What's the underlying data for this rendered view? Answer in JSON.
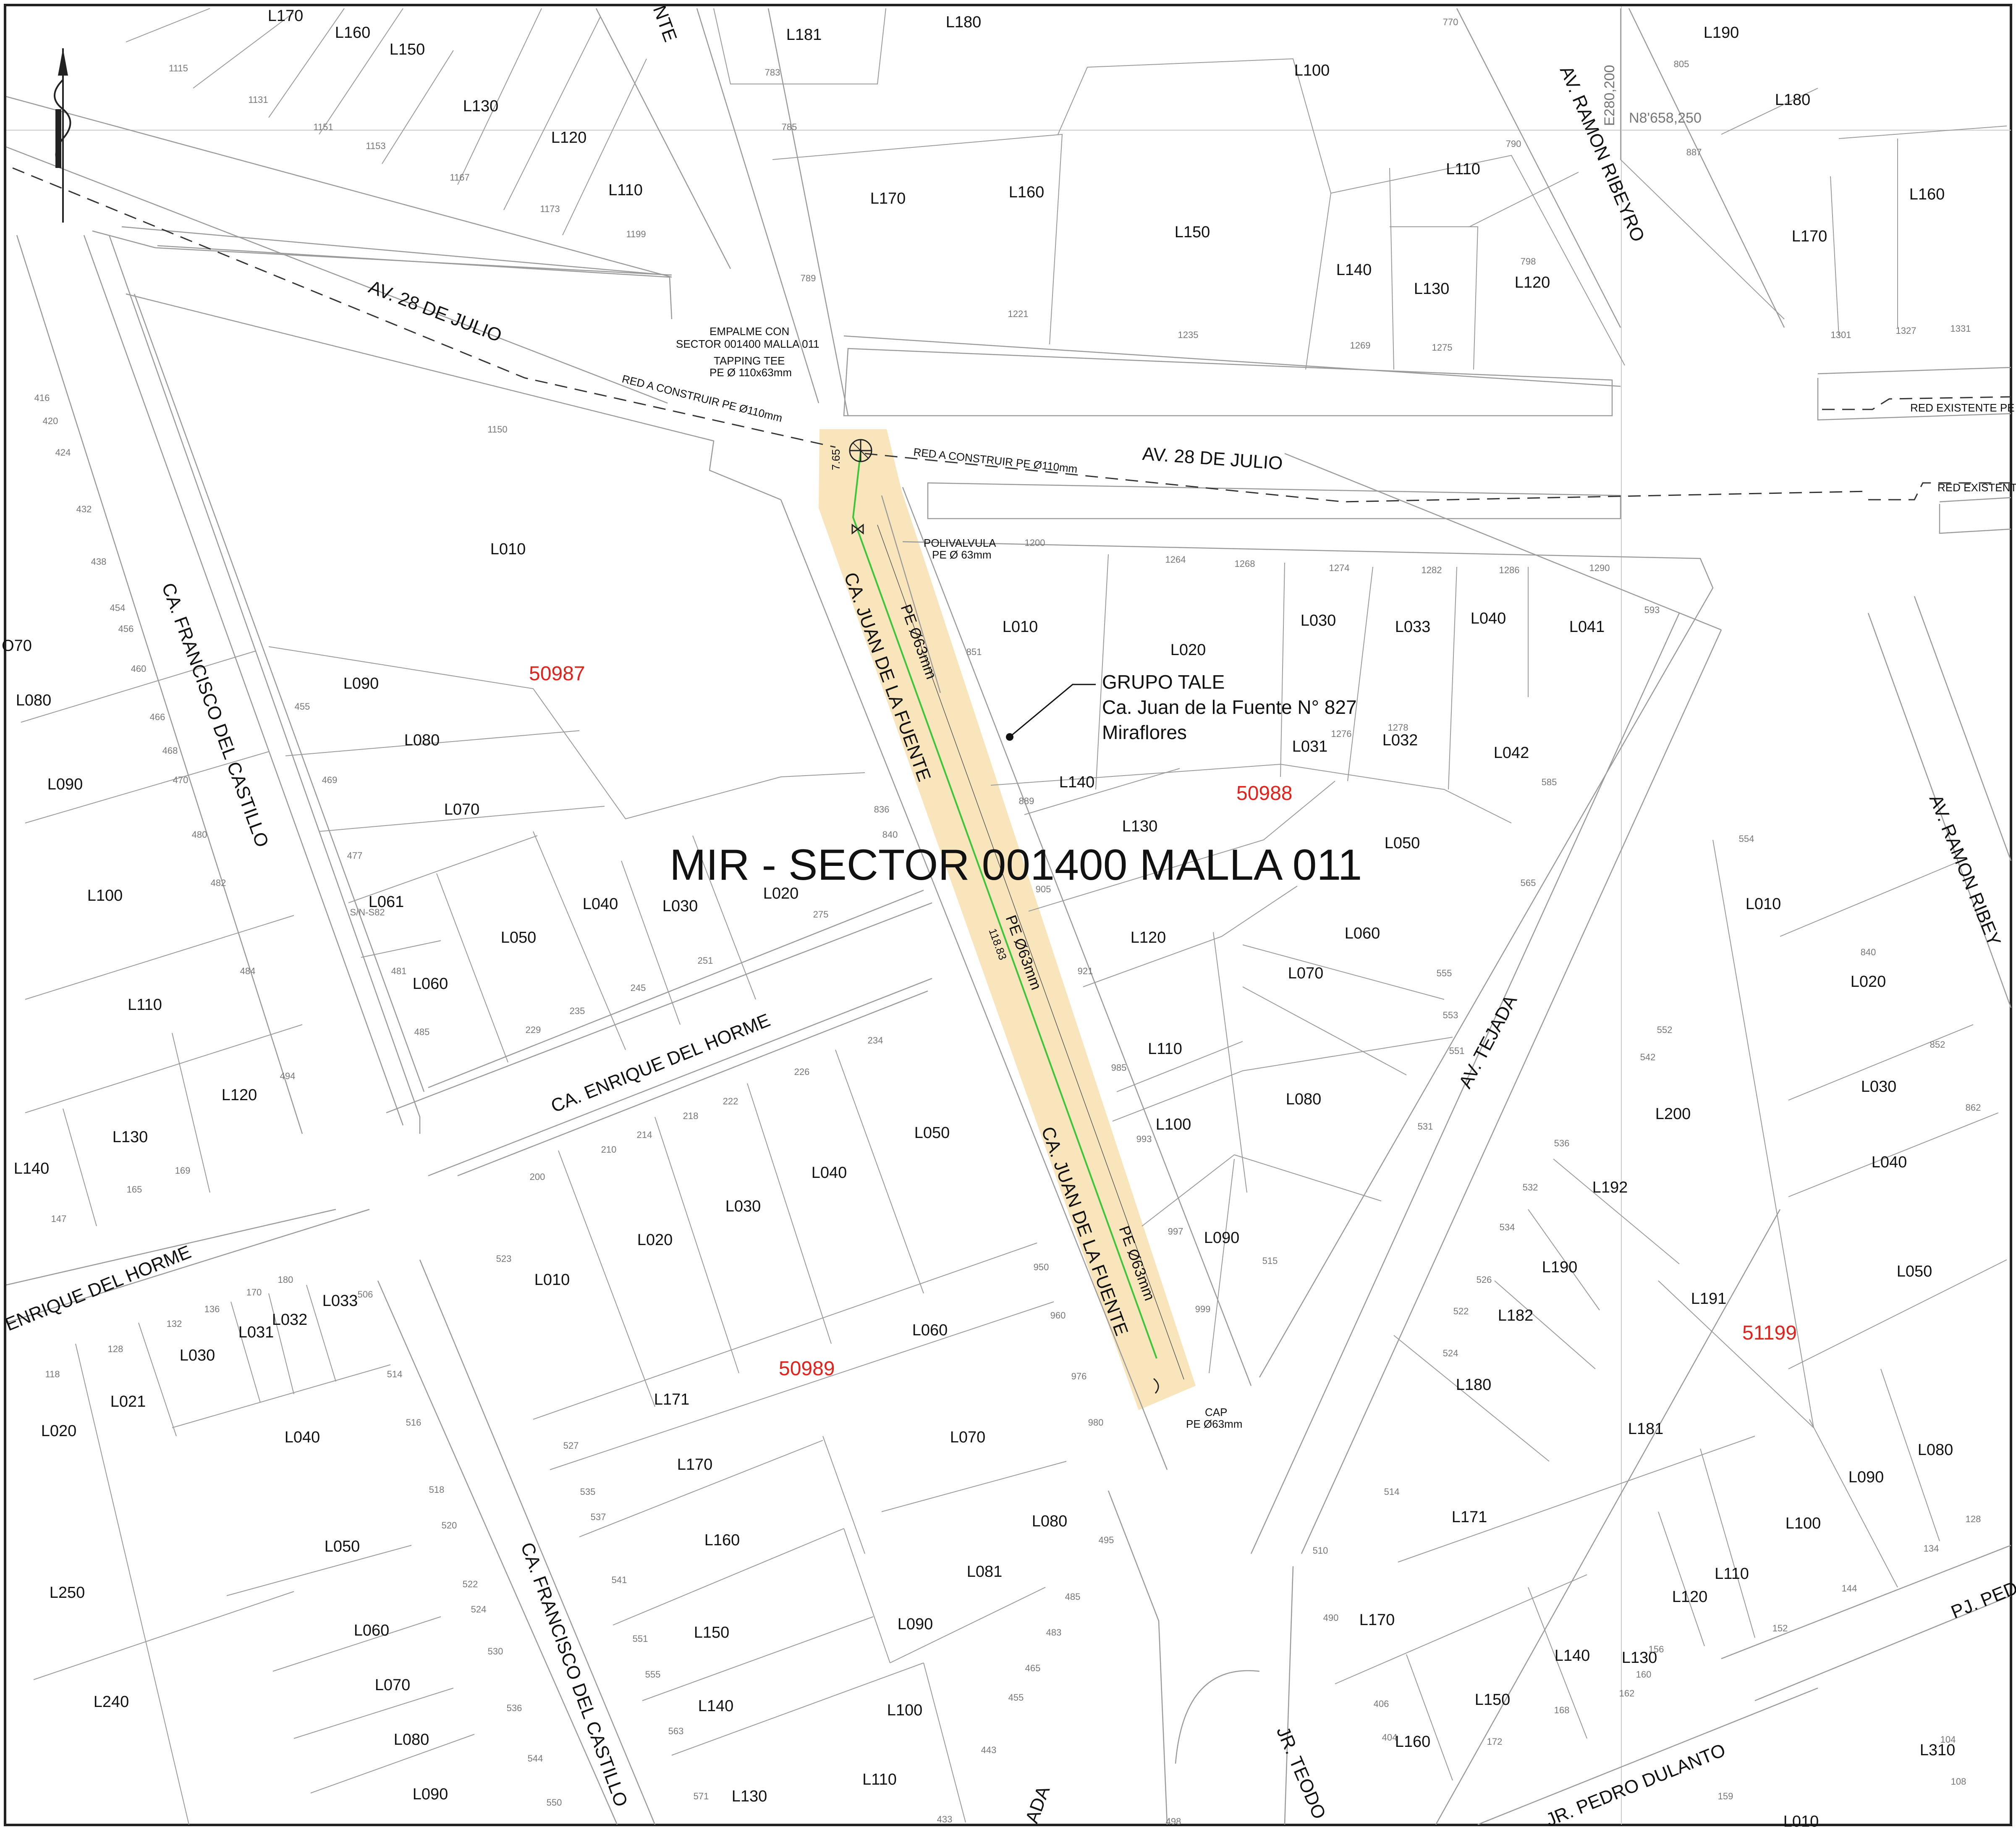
{
  "title": "MIR - SECTOR 001400 MALLA 011",
  "colors": {
    "highlight": "#f9e4b8",
    "pipe": "#3ec43b",
    "block": "#e0231c",
    "lines": "#9a9a9a"
  },
  "icons": {
    "north_arrow": "north-arrow-icon",
    "tapping_tee": "tapping-tee-icon"
  },
  "coordinates": {
    "easting": "E280,200",
    "northing": "N8'658,250"
  },
  "streets": {
    "av28_upper": "AV. 28 DE JULIO",
    "av28_lower": "AV. 28 DE JULIO",
    "juan_fuente_upper": "CA. JUAN DE LA FUENTE",
    "juan_fuente_lower": "CA. JUAN DE LA FUENTE",
    "francisco_upper": "CA. FRANCISCO DEL CASTILLO",
    "francisco_lower": "CA. FRANCISCO DEL CASTILLO",
    "horme_mid": "CA. ENRIQUE DEL HORME",
    "horme_left": "ENRIQUE DEL HORME",
    "ribeyro_top": "AV. RAMON RIBEYRO",
    "ribeyro_right": "AV. RAMON RIBEY",
    "tejada": "AV. TEJADA",
    "teodoro": "JR. TEODO",
    "pedro_dulanto": "JR. PEDRO DULANTO",
    "pj_pedro": "PJ. PED",
    "bottom_fragment": "ADA",
    "top_fragment": "NTE"
  },
  "network": {
    "empalme_line1": "EMPALME CON",
    "empalme_line2": "SECTOR 001400 MALLA 011",
    "tee_line1": "TAPPING TEE",
    "tee_line2": "PE Ø 110x63mm",
    "red_construir_1": "RED A CONSTRUIR PE Ø110mm",
    "red_construir_2": "RED A CONSTRUIR PE Ø110mm",
    "red_existente_1": "RED EXISTENTE PE",
    "red_existente_2": "RED EXISTENTE",
    "polivalvula_line1": "POLIVALVULA",
    "polivalvula_line2": "PE Ø 63mm",
    "cap_line1": "CAP",
    "cap_line2": "PE Ø63mm",
    "pipe_label_1": "PE Ø63mm",
    "pipe_label_2": "PE Ø63mm",
    "pipe_label_3": "PE Ø63mm",
    "dim_1": "7.65",
    "dim_2": "118.83"
  },
  "company": {
    "name": "GRUPO TALE",
    "address": "Ca. Juan de la Fuente N° 827",
    "district": "Miraflores"
  },
  "blocks": [
    "50987",
    "50988",
    "50989",
    "51199"
  ],
  "lots": [
    [
      "L170",
      680,
      50
    ],
    [
      "L160",
      840,
      90
    ],
    [
      "L150",
      970,
      130
    ],
    [
      "L130",
      1145,
      265
    ],
    [
      "L120",
      1355,
      340
    ],
    [
      "L110",
      1490,
      465
    ],
    [
      "L181",
      1915,
      95
    ],
    [
      "L180",
      2295,
      65
    ],
    [
      "L100",
      3125,
      180
    ],
    [
      "L190",
      4100,
      90
    ],
    [
      "L180",
      4270,
      250
    ],
    [
      "L170",
      2115,
      485
    ],
    [
      "L160",
      2445,
      470
    ],
    [
      "L150",
      2840,
      565
    ],
    [
      "L110",
      3485,
      415
    ],
    [
      "L140",
      3225,
      655
    ],
    [
      "L130",
      3410,
      700
    ],
    [
      "L120",
      3650,
      685
    ],
    [
      "L160",
      4590,
      475
    ],
    [
      "L170",
      4310,
      575
    ],
    [
      "L010",
      1210,
      1320
    ],
    [
      "L010",
      2430,
      1505
    ],
    [
      "L020",
      2830,
      1560
    ],
    [
      "L030",
      3140,
      1490
    ],
    [
      "L033",
      3365,
      1505
    ],
    [
      "L040",
      3545,
      1485
    ],
    [
      "L041",
      3780,
      1505
    ],
    [
      "L031",
      3120,
      1790
    ],
    [
      "L032",
      3335,
      1775
    ],
    [
      "L042",
      3600,
      1805
    ],
    [
      "L090",
      860,
      1640
    ],
    [
      "L080",
      1005,
      1775
    ],
    [
      "L070",
      1100,
      1940
    ],
    [
      "L061",
      920,
      2160
    ],
    [
      "L060",
      1025,
      2355
    ],
    [
      "L050",
      1235,
      2245
    ],
    [
      "L040",
      1430,
      2165
    ],
    [
      "L030",
      1620,
      2170
    ],
    [
      "L020",
      1860,
      2140
    ],
    [
      "L140",
      2565,
      1875
    ],
    [
      "L130",
      2715,
      1980
    ],
    [
      "L050",
      3340,
      2020
    ],
    [
      "L120",
      2735,
      2245
    ],
    [
      "L060",
      3245,
      2235
    ],
    [
      "L070",
      3110,
      2330
    ],
    [
      "L110",
      2775,
      2510
    ],
    [
      "L080",
      3105,
      2630
    ],
    [
      "L100",
      2795,
      2690
    ],
    [
      "L090",
      2910,
      2960
    ],
    [
      "L080",
      80,
      1680
    ],
    [
      "L090",
      155,
      1880
    ],
    [
      "L100",
      250,
      2145
    ],
    [
      "L110",
      345,
      2405
    ],
    [
      "L120",
      570,
      2620
    ],
    [
      "L130",
      310,
      2720
    ],
    [
      "L140",
      75,
      2795
    ],
    [
      "O70",
      40,
      1550
    ],
    [
      "L050",
      2220,
      2710
    ],
    [
      "L040",
      1975,
      2805
    ],
    [
      "L030",
      1770,
      2885
    ],
    [
      "L020",
      1560,
      2965
    ],
    [
      "L010",
      1315,
      3060
    ],
    [
      "L060",
      2215,
      3180
    ],
    [
      "L171",
      1600,
      3345
    ],
    [
      "L070",
      2305,
      3435
    ],
    [
      "L170",
      1655,
      3500
    ],
    [
      "L080",
      2500,
      3635
    ],
    [
      "L160",
      1720,
      3680
    ],
    [
      "L081",
      2345,
      3755
    ],
    [
      "L090",
      2180,
      3880
    ],
    [
      "L150",
      1695,
      3900
    ],
    [
      "L100",
      2155,
      4085
    ],
    [
      "L140",
      1705,
      4075
    ],
    [
      "L110",
      2095,
      4250
    ],
    [
      "L130",
      1785,
      4290
    ],
    [
      "L033",
      810,
      3110
    ],
    [
      "L032",
      690,
      3155
    ],
    [
      "L031",
      610,
      3185
    ],
    [
      "L030",
      470,
      3240
    ],
    [
      "L021",
      305,
      3350
    ],
    [
      "L020",
      140,
      3420
    ],
    [
      "L040",
      720,
      3435
    ],
    [
      "L050",
      815,
      3695
    ],
    [
      "L250",
      160,
      3805
    ],
    [
      "L060",
      885,
      3895
    ],
    [
      "L070",
      935,
      4025
    ],
    [
      "L080",
      980,
      4155
    ],
    [
      "L240",
      265,
      4065
    ],
    [
      "L090",
      1025,
      4285
    ],
    [
      "L010",
      4200,
      2165
    ],
    [
      "L020",
      4450,
      2350
    ],
    [
      "L030",
      4475,
      2600
    ],
    [
      "L040",
      4500,
      2780
    ],
    [
      "L050",
      4560,
      3040
    ],
    [
      "L200",
      3985,
      2665
    ],
    [
      "L192",
      3835,
      2840
    ],
    [
      "L190",
      3715,
      3030
    ],
    [
      "L191",
      4070,
      3105
    ],
    [
      "L182",
      3610,
      3145
    ],
    [
      "L180",
      3510,
      3310
    ],
    [
      "L181",
      3920,
      3415
    ],
    [
      "L171",
      3500,
      3625
    ],
    [
      "L080",
      4610,
      3465
    ],
    [
      "L090",
      4445,
      3530
    ],
    [
      "L100",
      4295,
      3640
    ],
    [
      "L110",
      4125,
      3760
    ],
    [
      "L120",
      4025,
      3815
    ],
    [
      "L130",
      3905,
      3960
    ],
    [
      "L140",
      3745,
      3955
    ],
    [
      "L150",
      3555,
      4060
    ],
    [
      "L160",
      3365,
      4160
    ],
    [
      "L170",
      3280,
      3870
    ],
    [
      "L310",
      4615,
      4180
    ],
    [
      "L010",
      4290,
      4350
    ]
  ],
  "parcel_numbers": [
    [
      "1115",
      425,
      170
    ],
    [
      "1131",
      615,
      245
    ],
    [
      "1151",
      770,
      310
    ],
    [
      "1153",
      895,
      355
    ],
    [
      "1167",
      1095,
      430
    ],
    [
      "1173",
      1310,
      505
    ],
    [
      "1199",
      1515,
      565
    ],
    [
      "783",
      1840,
      180
    ],
    [
      "785",
      1880,
      310
    ],
    [
      "789",
      1925,
      670
    ],
    [
      "1221",
      2425,
      755
    ],
    [
      "1235",
      2830,
      805
    ],
    [
      "1269",
      3240,
      830
    ],
    [
      "1275",
      3435,
      835
    ],
    [
      "770",
      3455,
      60
    ],
    [
      "790",
      3605,
      350
    ],
    [
      "798",
      3640,
      630
    ],
    [
      "805",
      4005,
      160
    ],
    [
      "887",
      4035,
      370
    ],
    [
      "1301",
      4385,
      805
    ],
    [
      "1327",
      4540,
      795
    ],
    [
      "1331",
      4670,
      790
    ],
    [
      "1150",
      1185,
      1030
    ],
    [
      "1200",
      2465,
      1300
    ],
    [
      "1264",
      2800,
      1340
    ],
    [
      "1268",
      2965,
      1350
    ],
    [
      "1274",
      3190,
      1360
    ],
    [
      "1282",
      3410,
      1365
    ],
    [
      "1286",
      3595,
      1365
    ],
    [
      "1290",
      3810,
      1360
    ],
    [
      "593",
      3935,
      1460
    ],
    [
      "851",
      2320,
      1560
    ],
    [
      "836",
      2100,
      1935
    ],
    [
      "840",
      2120,
      1995
    ],
    [
      "889",
      2445,
      1915
    ],
    [
      "905",
      2485,
      2125
    ],
    [
      "921",
      2585,
      2320
    ],
    [
      "985",
      2665,
      2550
    ],
    [
      "993",
      2725,
      2720
    ],
    [
      "997",
      2800,
      2940
    ],
    [
      "999",
      2865,
      3125
    ],
    [
      "585",
      3690,
      1870
    ],
    [
      "565",
      3640,
      2110
    ],
    [
      "555",
      3440,
      2325
    ],
    [
      "553",
      3455,
      2425
    ],
    [
      "551",
      3470,
      2510
    ],
    [
      "531",
      3395,
      2690
    ],
    [
      "515",
      3025,
      3010
    ],
    [
      "1276",
      3195,
      1755
    ],
    [
      "1278",
      3330,
      1740
    ],
    [
      "416",
      100,
      955
    ],
    [
      "420",
      120,
      1010
    ],
    [
      "424",
      150,
      1085
    ],
    [
      "432",
      200,
      1220
    ],
    [
      "438",
      235,
      1345
    ],
    [
      "454",
      280,
      1455
    ],
    [
      "456",
      300,
      1505
    ],
    [
      "460",
      330,
      1600
    ],
    [
      "466",
      375,
      1715
    ],
    [
      "468",
      405,
      1795
    ],
    [
      "470",
      430,
      1865
    ],
    [
      "480",
      475,
      1995
    ],
    [
      "482",
      520,
      2110
    ],
    [
      "484",
      590,
      2320
    ],
    [
      "494",
      685,
      2570
    ],
    [
      "169",
      435,
      2795
    ],
    [
      "165",
      320,
      2840
    ],
    [
      "147",
      140,
      2910
    ],
    [
      "455",
      720,
      1690
    ],
    [
      "469",
      785,
      1865
    ],
    [
      "477",
      845,
      2045
    ],
    [
      "S/N-S82",
      875,
      2180
    ],
    [
      "481",
      950,
      2320
    ],
    [
      "485",
      1005,
      2465
    ],
    [
      "229",
      1270,
      2460
    ],
    [
      "235",
      1375,
      2415
    ],
    [
      "245",
      1520,
      2360
    ],
    [
      "251",
      1680,
      2295
    ],
    [
      "275",
      1955,
      2185
    ],
    [
      "234",
      2085,
      2485
    ],
    [
      "226",
      1910,
      2560
    ],
    [
      "222",
      1740,
      2630
    ],
    [
      "218",
      1645,
      2665
    ],
    [
      "214",
      1535,
      2710
    ],
    [
      "210",
      1450,
      2745
    ],
    [
      "200",
      1280,
      2810
    ],
    [
      "523",
      1200,
      3005
    ],
    [
      "527",
      1360,
      3450
    ],
    [
      "535",
      1400,
      3560
    ],
    [
      "537",
      1425,
      3620
    ],
    [
      "541",
      1475,
      3770
    ],
    [
      "551",
      1525,
      3910
    ],
    [
      "555",
      1555,
      3995
    ],
    [
      "563",
      1610,
      4130
    ],
    [
      "571",
      1670,
      4285
    ],
    [
      "950",
      2480,
      3025
    ],
    [
      "960",
      2520,
      3140
    ],
    [
      "976",
      2570,
      3285
    ],
    [
      "980",
      2610,
      3395
    ],
    [
      "495",
      2635,
      3675
    ],
    [
      "485",
      2555,
      3810
    ],
    [
      "483",
      2510,
      3895
    ],
    [
      "465",
      2460,
      3980
    ],
    [
      "455",
      2420,
      4050
    ],
    [
      "443",
      2355,
      4175
    ],
    [
      "433",
      2250,
      4340
    ],
    [
      "180",
      680,
      3055
    ],
    [
      "170",
      605,
      3085
    ],
    [
      "136",
      505,
      3125
    ],
    [
      "132",
      415,
      3160
    ],
    [
      "128",
      275,
      3220
    ],
    [
      "118",
      125,
      3280
    ],
    [
      "506",
      870,
      3090
    ],
    [
      "514",
      940,
      3280
    ],
    [
      "516",
      985,
      3395
    ],
    [
      "518",
      1040,
      3555
    ],
    [
      "520",
      1070,
      3640
    ],
    [
      "522",
      1120,
      3780
    ],
    [
      "524",
      1140,
      3840
    ],
    [
      "530",
      1180,
      3940
    ],
    [
      "536",
      1225,
      4075
    ],
    [
      "544",
      1275,
      4195
    ],
    [
      "550",
      1320,
      4300
    ],
    [
      "554",
      4160,
      2005
    ],
    [
      "840",
      4450,
      2275
    ],
    [
      "852",
      4615,
      2495
    ],
    [
      "862",
      4700,
      2645
    ],
    [
      "552",
      3965,
      2460
    ],
    [
      "542",
      3925,
      2525
    ],
    [
      "536",
      3720,
      2730
    ],
    [
      "532",
      3645,
      2835
    ],
    [
      "534",
      3590,
      2930
    ],
    [
      "526",
      3535,
      3055
    ],
    [
      "522",
      3480,
      3130
    ],
    [
      "524",
      3455,
      3230
    ],
    [
      "514",
      3315,
      3560
    ],
    [
      "510",
      3145,
      3700
    ],
    [
      "490",
      3170,
      3860
    ],
    [
      "406",
      3290,
      4065
    ],
    [
      "404",
      3310,
      4145
    ],
    [
      "172",
      3560,
      4155
    ],
    [
      "168",
      3720,
      4080
    ],
    [
      "162",
      3875,
      4040
    ],
    [
      "160",
      3915,
      3995
    ],
    [
      "156",
      3945,
      3935
    ],
    [
      "152",
      4240,
      3885
    ],
    [
      "144",
      4405,
      3790
    ],
    [
      "134",
      4600,
      3695
    ],
    [
      "128",
      4700,
      3625
    ],
    [
      "104",
      4640,
      4150
    ],
    [
      "108",
      4665,
      4250
    ],
    [
      "159",
      4110,
      4285
    ],
    [
      "498",
      2795,
      4345
    ]
  ],
  "chart_data": []
}
